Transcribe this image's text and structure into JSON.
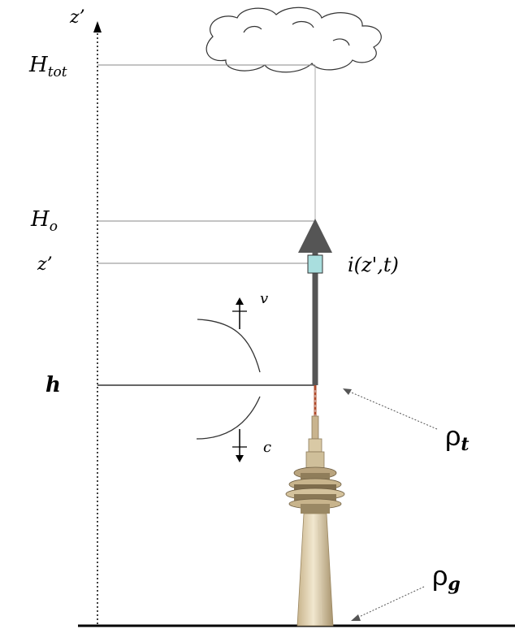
{
  "axis": {
    "label": "z’"
  },
  "levels": {
    "htot": {
      "base": "H",
      "sub": "tot"
    },
    "ho": {
      "base": "H",
      "sub": "o"
    },
    "zprime": "z’",
    "h": "h"
  },
  "channel": {
    "current_label": "i(z',t)"
  },
  "waves": {
    "upward_label": "v",
    "downward_label": "c"
  },
  "reflections": {
    "top": {
      "base": "ρ",
      "sub": "t"
    },
    "ground": {
      "base": "ρ",
      "sub": "g"
    }
  },
  "colors": {
    "channel": "#555555",
    "segment": "#a9dede",
    "tower_light": "#e8dcc0",
    "tower_dark": "#b8a47e",
    "lines": "#000000",
    "guides": "#888888"
  }
}
